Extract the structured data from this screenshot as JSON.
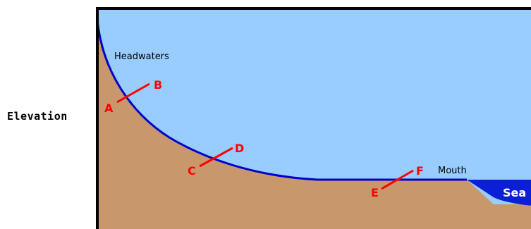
{
  "y_axis_label": "Elevation",
  "labels": {
    "headwaters": "Headwaters",
    "mouth": "Mouth",
    "sea": "Sea"
  },
  "points": [
    "A",
    "B",
    "C",
    "D",
    "E",
    "F"
  ],
  "colors": {
    "sky": "#99ccff",
    "land": "#c8986c",
    "river_profile": "#0000cc",
    "sea": "#0a1fd6",
    "markers": "#ff0000",
    "frame": "#000000"
  }
}
